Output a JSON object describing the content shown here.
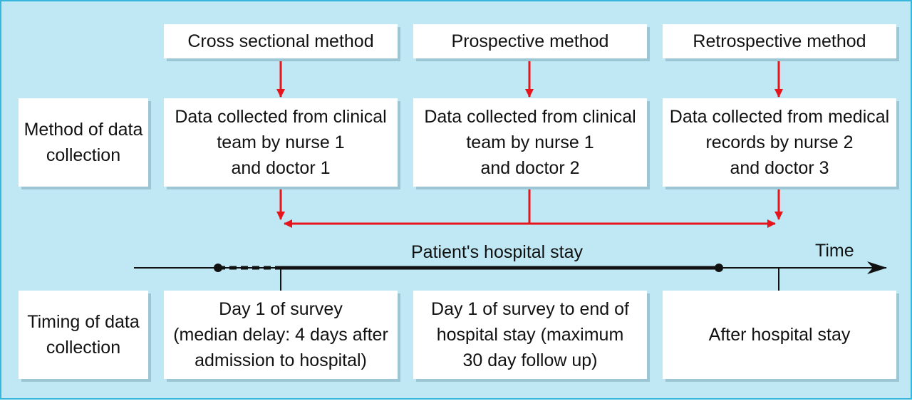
{
  "methods": [
    {
      "title": "Cross sectional method",
      "collection": "Data collected from clinical\nteam by nurse 1\nand doctor 1",
      "timing": "Day 1 of survey\n(median delay: 4 days after\nadmission to hospital)"
    },
    {
      "title": "Prospective method",
      "collection": "Data collected from clinical\nteam by nurse 1\nand doctor 2",
      "timing": "Day 1 of survey to end of\nhospital stay (maximum\n30 day follow up)"
    },
    {
      "title": "Retrospective method",
      "collection": "Data collected from medical\nrecords by nurse 2\nand doctor 3",
      "timing": "After hospital stay"
    }
  ],
  "row_labels": {
    "collection": "Method of data\ncollection",
    "timing": "Timing of data\ncollection"
  },
  "timeline": {
    "stay_label": "Patient's hospital stay",
    "time_label": "Time"
  },
  "colors": {
    "arrow": "#e8141c",
    "background": "#bfe8f4",
    "border": "#38b7dc"
  }
}
